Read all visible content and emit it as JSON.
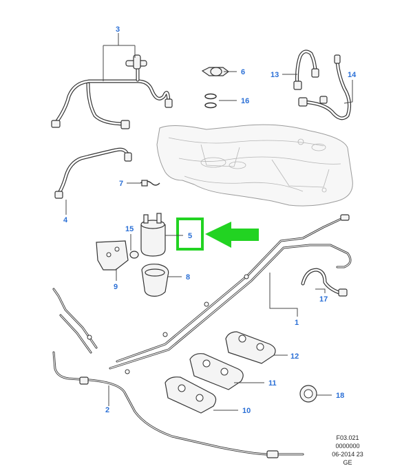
{
  "diagram": {
    "callouts": {
      "c1": "1",
      "c2": "2",
      "c3": "3",
      "c4": "4",
      "c5": "5",
      "c6": "6",
      "c7": "7",
      "c8": "8",
      "c9": "9",
      "c10": "10",
      "c11": "11",
      "c12": "12",
      "c13": "13",
      "c14": "14",
      "c15": "15",
      "c16": "16",
      "c17": "17",
      "c18": "18"
    },
    "reference": {
      "line1": "F03.021",
      "line2": "0000000",
      "line3": "06-2014 23",
      "line4": "GE"
    },
    "colors": {
      "callout": "#2a6fd6",
      "highlight": "#22d322"
    }
  }
}
